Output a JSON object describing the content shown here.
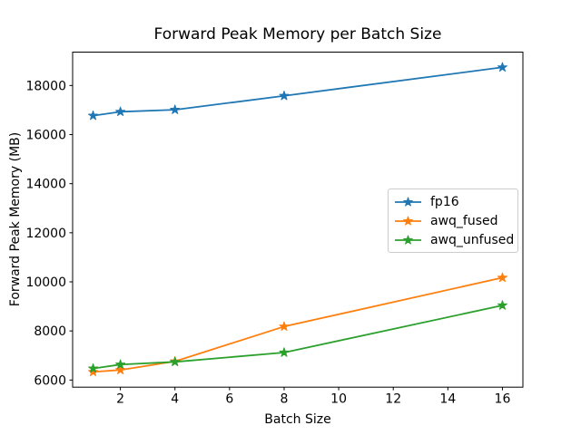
{
  "chart_data": {
    "type": "line",
    "title": "Forward Peak Memory per Batch Size",
    "xlabel": "Batch Size",
    "ylabel": "Forward Peak Memory (MB)",
    "x": [
      1,
      2,
      4,
      8,
      16
    ],
    "series": [
      {
        "name": "fp16",
        "color": "#1f77b4",
        "values": [
          16770,
          16930,
          17010,
          17580,
          18740
        ]
      },
      {
        "name": "awq_fused",
        "color": "#ff7f0e",
        "values": [
          6330,
          6410,
          6760,
          8180,
          10170
        ]
      },
      {
        "name": "awq_unfused",
        "color": "#2ca02c",
        "values": [
          6470,
          6630,
          6740,
          7120,
          9040
        ]
      }
    ],
    "marker": "star",
    "grid": false,
    "legend_position": "center right",
    "xlim": [
      0.25,
      16.75
    ],
    "ylim": [
      5710,
      19360
    ],
    "xticks": [
      2,
      4,
      6,
      8,
      10,
      12,
      14,
      16
    ],
    "yticks": [
      6000,
      8000,
      10000,
      12000,
      14000,
      16000,
      18000
    ],
    "axis_color": "#000000",
    "tick_label_color": "#000000"
  }
}
